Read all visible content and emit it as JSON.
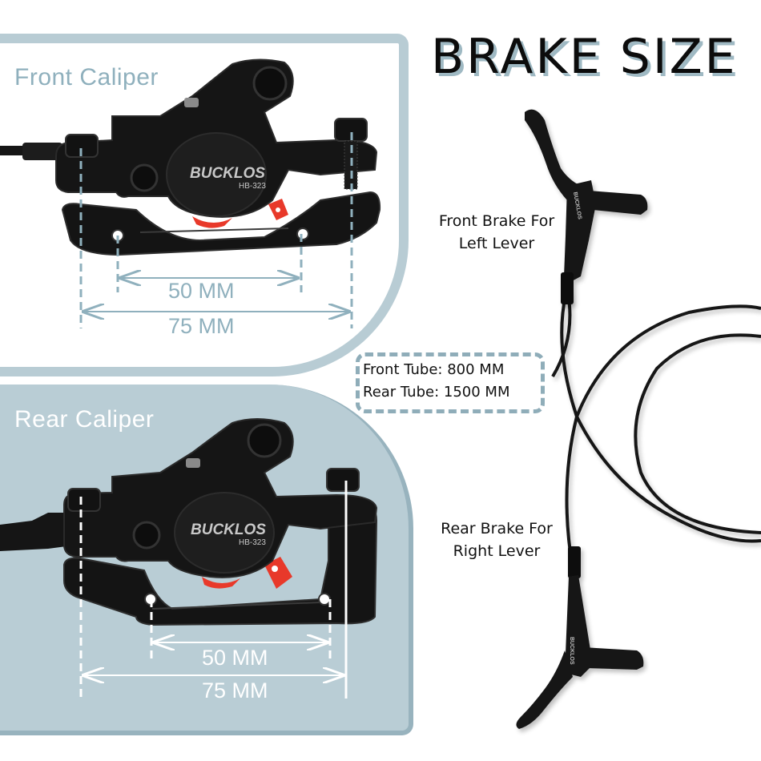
{
  "header": {
    "title": "BRAKE SIZE"
  },
  "front_caliper": {
    "title": "Front Caliper",
    "brand": "BUCKLOS",
    "model": "HB-323",
    "inner_dimension": "50 MM",
    "outer_dimension": "75 MM",
    "panel_color": "#b8ccd4",
    "label_color": "#8fb0bd"
  },
  "rear_caliper": {
    "title": "Rear Caliper",
    "brand": "BUCKLOS",
    "model": "HB-323",
    "inner_dimension": "50 MM",
    "outer_dimension": "75 MM",
    "panel_color": "#b9cdd5",
    "label_color": "#ffffff"
  },
  "levers": {
    "front_label_line1": "Front Brake For",
    "front_label_line2": "Left Lever",
    "rear_label_line1": "Rear Brake For",
    "rear_label_line2": "Right Lever",
    "brand": "BUCKLOS"
  },
  "tubes": {
    "front": "Front Tube: 800 MM",
    "rear": "Rear Tube: 1500 MM"
  },
  "colors": {
    "accent_blue_gray": "#9fb9c3",
    "caliper_black": "#141414",
    "pad_clip_red": "#e8392a"
  }
}
